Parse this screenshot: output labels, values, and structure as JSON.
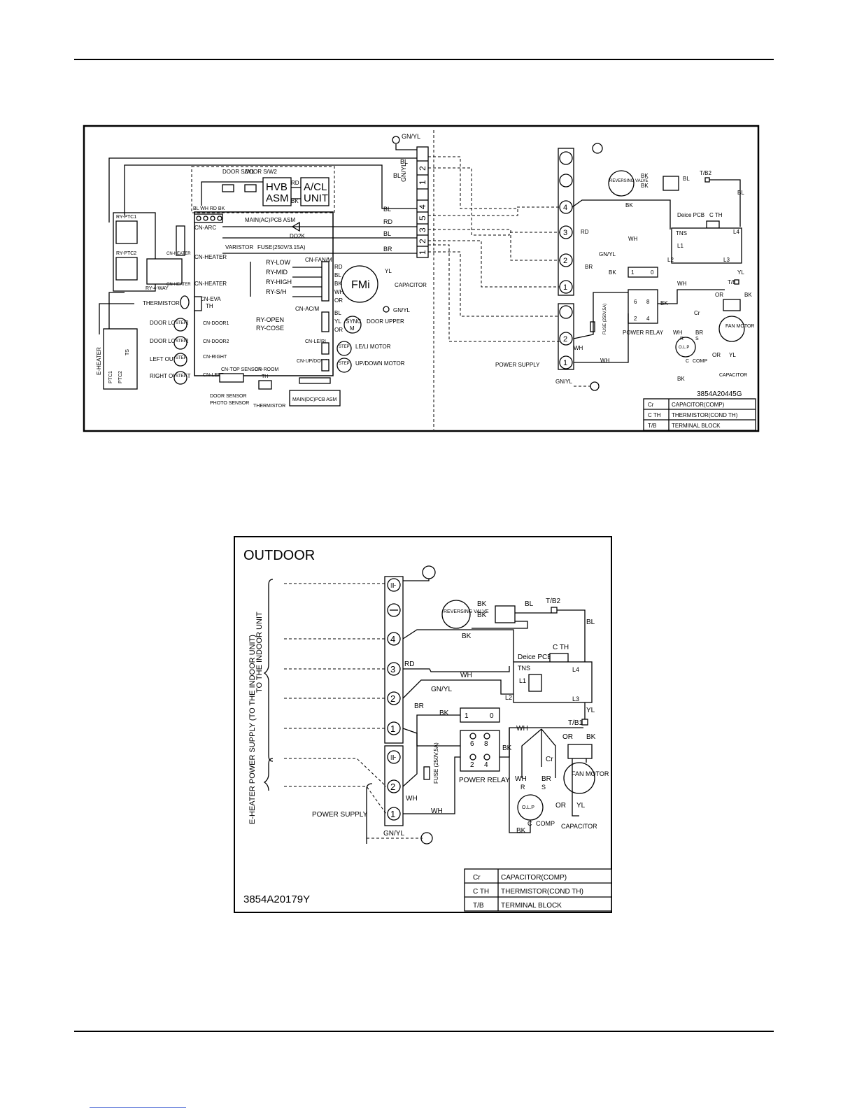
{
  "indoor": {
    "model_code": "3854A20445G",
    "legend": [
      {
        "abbr": "Cr",
        "meaning": "CAPACITOR(COMP)"
      },
      {
        "abbr": "C TH",
        "meaning": "THERMISTOR(COND TH)"
      },
      {
        "abbr": "T/B",
        "meaning": "TERMINAL BLOCK"
      }
    ],
    "labels": {
      "gnyl": "GN/YL",
      "bl": "BL",
      "rd": "RD",
      "br": "BR",
      "bk": "BK",
      "wh": "WH",
      "yl": "YL",
      "or": "OR",
      "door_sw1": "DOOR S/W1",
      "door_sw2": "DOOR S/W2",
      "hvb": "HVB",
      "asm": "ASM",
      "acl": "A/CL",
      "unit": "UNIT",
      "blwhrdbk": "BL WH RD BK",
      "main_ac_pcb": "MAIN(AC)PCB ASM",
      "cn_arc": "CN-ARC",
      "do2k": "DO2K",
      "ry_ptc1": "RY-PTC1",
      "ry_ptc2": "RY-PTC2",
      "ry_4way": "RY-4-WAY",
      "cn_heater": "CN-HEATER",
      "varistor": "VARISTOR",
      "fuse": "FUSE(250V/3.15A)",
      "cn_fanm": "CN-FAN/M",
      "ry_low": "RY-LOW",
      "ry_mid": "RY-MID",
      "ry_high": "RY-HIGH",
      "ry_sh": "RY-S/H",
      "fmi": "FMi",
      "capacitor": "CAPACITOR",
      "thermistor": "THERMISTOR",
      "cn_eva": "CN-EVA",
      "th": "TH",
      "cn_acm": "CN-AC/M",
      "ry_open": "RY-OPEN",
      "ry_cose": "RY-COSE",
      "sync": "SYNC",
      "m": "M",
      "door_upper": "DOOR UPPER",
      "step": "STEP",
      "door_lower": "DOOR LOWER",
      "left_outlet": "LEFT OUTLET",
      "right_outlet": "RIGHT OUTLET",
      "cn_door1": "CN-DOOR1",
      "cn_door2": "CN-DOOR2",
      "cn_right": "CN-RIGHT",
      "cn_left": "CN-LEFT",
      "cn_top_sensor": "CN-TOP SENSOR",
      "cn_room": "CN-ROOM",
      "door_sensor": "DOOR SENSOR",
      "photo_sensor": "PHOTO SENSOR",
      "main_dc_pcb": "MAIN(DC)PCB ASM",
      "cn_leri": "CN-LE/RI",
      "leli_motor": "LE/LI MOTOR",
      "cn_updown": "CN-UP/DOWN",
      "updown_motor": "UP/DOWN MOTOR",
      "e_heater": "E-HEATER",
      "ptc1": "PTC1",
      "ptc2": "PTC2",
      "ts": "TS",
      "reversing_valve": "REVERSING VALVE",
      "tb2": "T/B2",
      "tb1": "T/B1",
      "deice_pcb": "Deice PCB",
      "tns": "TNS",
      "c_th": "C TH",
      "l1": "L1",
      "l2": "L2",
      "l3": "L3",
      "l4": "L4",
      "power_relay": "POWER RELAY",
      "fuse_relay": "FUSE (250V,5A)",
      "power_supply": "POWER SUPPLY",
      "fan_motor": "FAN MOTOR",
      "comp": "COMP",
      "olp": "O.L.P",
      "cr": "Cr",
      "r": "R",
      "s": "S",
      "c": "C",
      "n1": "1",
      "n2": "2",
      "n3": "3",
      "n4": "4",
      "n5": "5",
      "n6": "6",
      "n8": "8",
      "n0": "0"
    }
  },
  "outdoor": {
    "title": "OUTDOOR",
    "model_code": "3854A20179Y",
    "to_indoor": "TO THE INDOOR UNIT",
    "eheater_supply": "E-HEATER POWER SUPPLY (TO THE INDOOR UNIT)",
    "legend": [
      {
        "abbr": "Cr",
        "meaning": "CAPACITOR(COMP)"
      },
      {
        "abbr": "C TH",
        "meaning": "THERMISTOR(COND TH)"
      },
      {
        "abbr": "T/B",
        "meaning": "TERMINAL BLOCK"
      }
    ]
  }
}
